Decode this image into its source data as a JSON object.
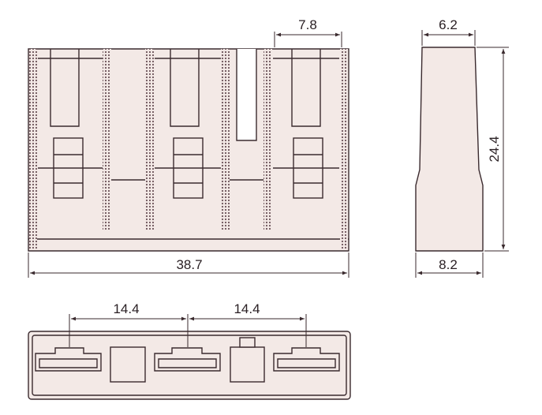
{
  "colors": {
    "stroke": "#3a2a2e",
    "fill": "#f3e9e6",
    "hatch": "#6b5258",
    "text": "#2a2024"
  },
  "dimensions": {
    "front_slot_width": "7.8",
    "front_total_width": "38.7",
    "side_top_width": "6.2",
    "side_height": "24.4",
    "side_bottom_width": "8.2",
    "bottom_pitch_left": "14.4",
    "bottom_pitch_right": "14.4"
  }
}
